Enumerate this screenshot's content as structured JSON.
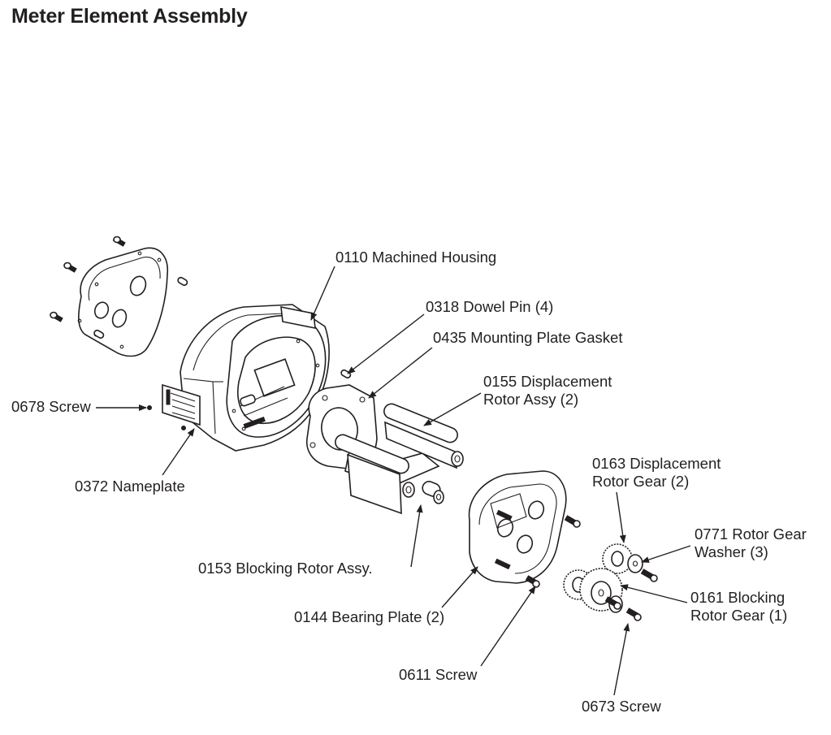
{
  "title": "Meter Element Assembly",
  "diagram_type": "exploded parts view",
  "callouts": [
    {
      "part_no": "0110",
      "name": "Machined Housing",
      "qty": null,
      "lines": [
        "0110 Machined Housing"
      ]
    },
    {
      "part_no": "0318",
      "name": "Dowel Pin",
      "qty": 4,
      "lines": [
        "0318 Dowel Pin (4)"
      ]
    },
    {
      "part_no": "0435",
      "name": "Mounting Plate Gasket",
      "qty": null,
      "lines": [
        "0435 Mounting Plate Gasket"
      ]
    },
    {
      "part_no": "0155",
      "name": "Displacement Rotor Assy",
      "qty": 2,
      "lines": [
        "0155 Displacement",
        "Rotor Assy (2)"
      ]
    },
    {
      "part_no": "0678",
      "name": "Screw",
      "qty": null,
      "lines": [
        "0678 Screw"
      ]
    },
    {
      "part_no": "0372",
      "name": "Nameplate",
      "qty": null,
      "lines": [
        "0372 Nameplate"
      ]
    },
    {
      "part_no": "0163",
      "name": "Displacement Rotor Gear",
      "qty": 2,
      "lines": [
        "0163 Displacement",
        "Rotor Gear (2)"
      ]
    },
    {
      "part_no": "0771",
      "name": "Rotor Gear Washer",
      "qty": 3,
      "lines": [
        "0771 Rotor Gear",
        "Washer (3)"
      ]
    },
    {
      "part_no": "0153",
      "name": "Blocking Rotor Assy.",
      "qty": null,
      "lines": [
        "0153 Blocking Rotor Assy."
      ]
    },
    {
      "part_no": "0161",
      "name": "Blocking Rotor Gear",
      "qty": 1,
      "lines": [
        "0161 Blocking",
        "Rotor Gear (1)"
      ]
    },
    {
      "part_no": "0144",
      "name": "Bearing Plate",
      "qty": 2,
      "lines": [
        "0144 Bearing Plate (2)"
      ]
    },
    {
      "part_no": "0611",
      "name": "Screw",
      "qty": null,
      "lines": [
        "0611 Screw"
      ]
    },
    {
      "part_no": "0673",
      "name": "Screw",
      "qty": null,
      "lines": [
        "0673 Screw"
      ]
    }
  ],
  "colors": {
    "ink": "#231f20",
    "background": "#ffffff"
  }
}
